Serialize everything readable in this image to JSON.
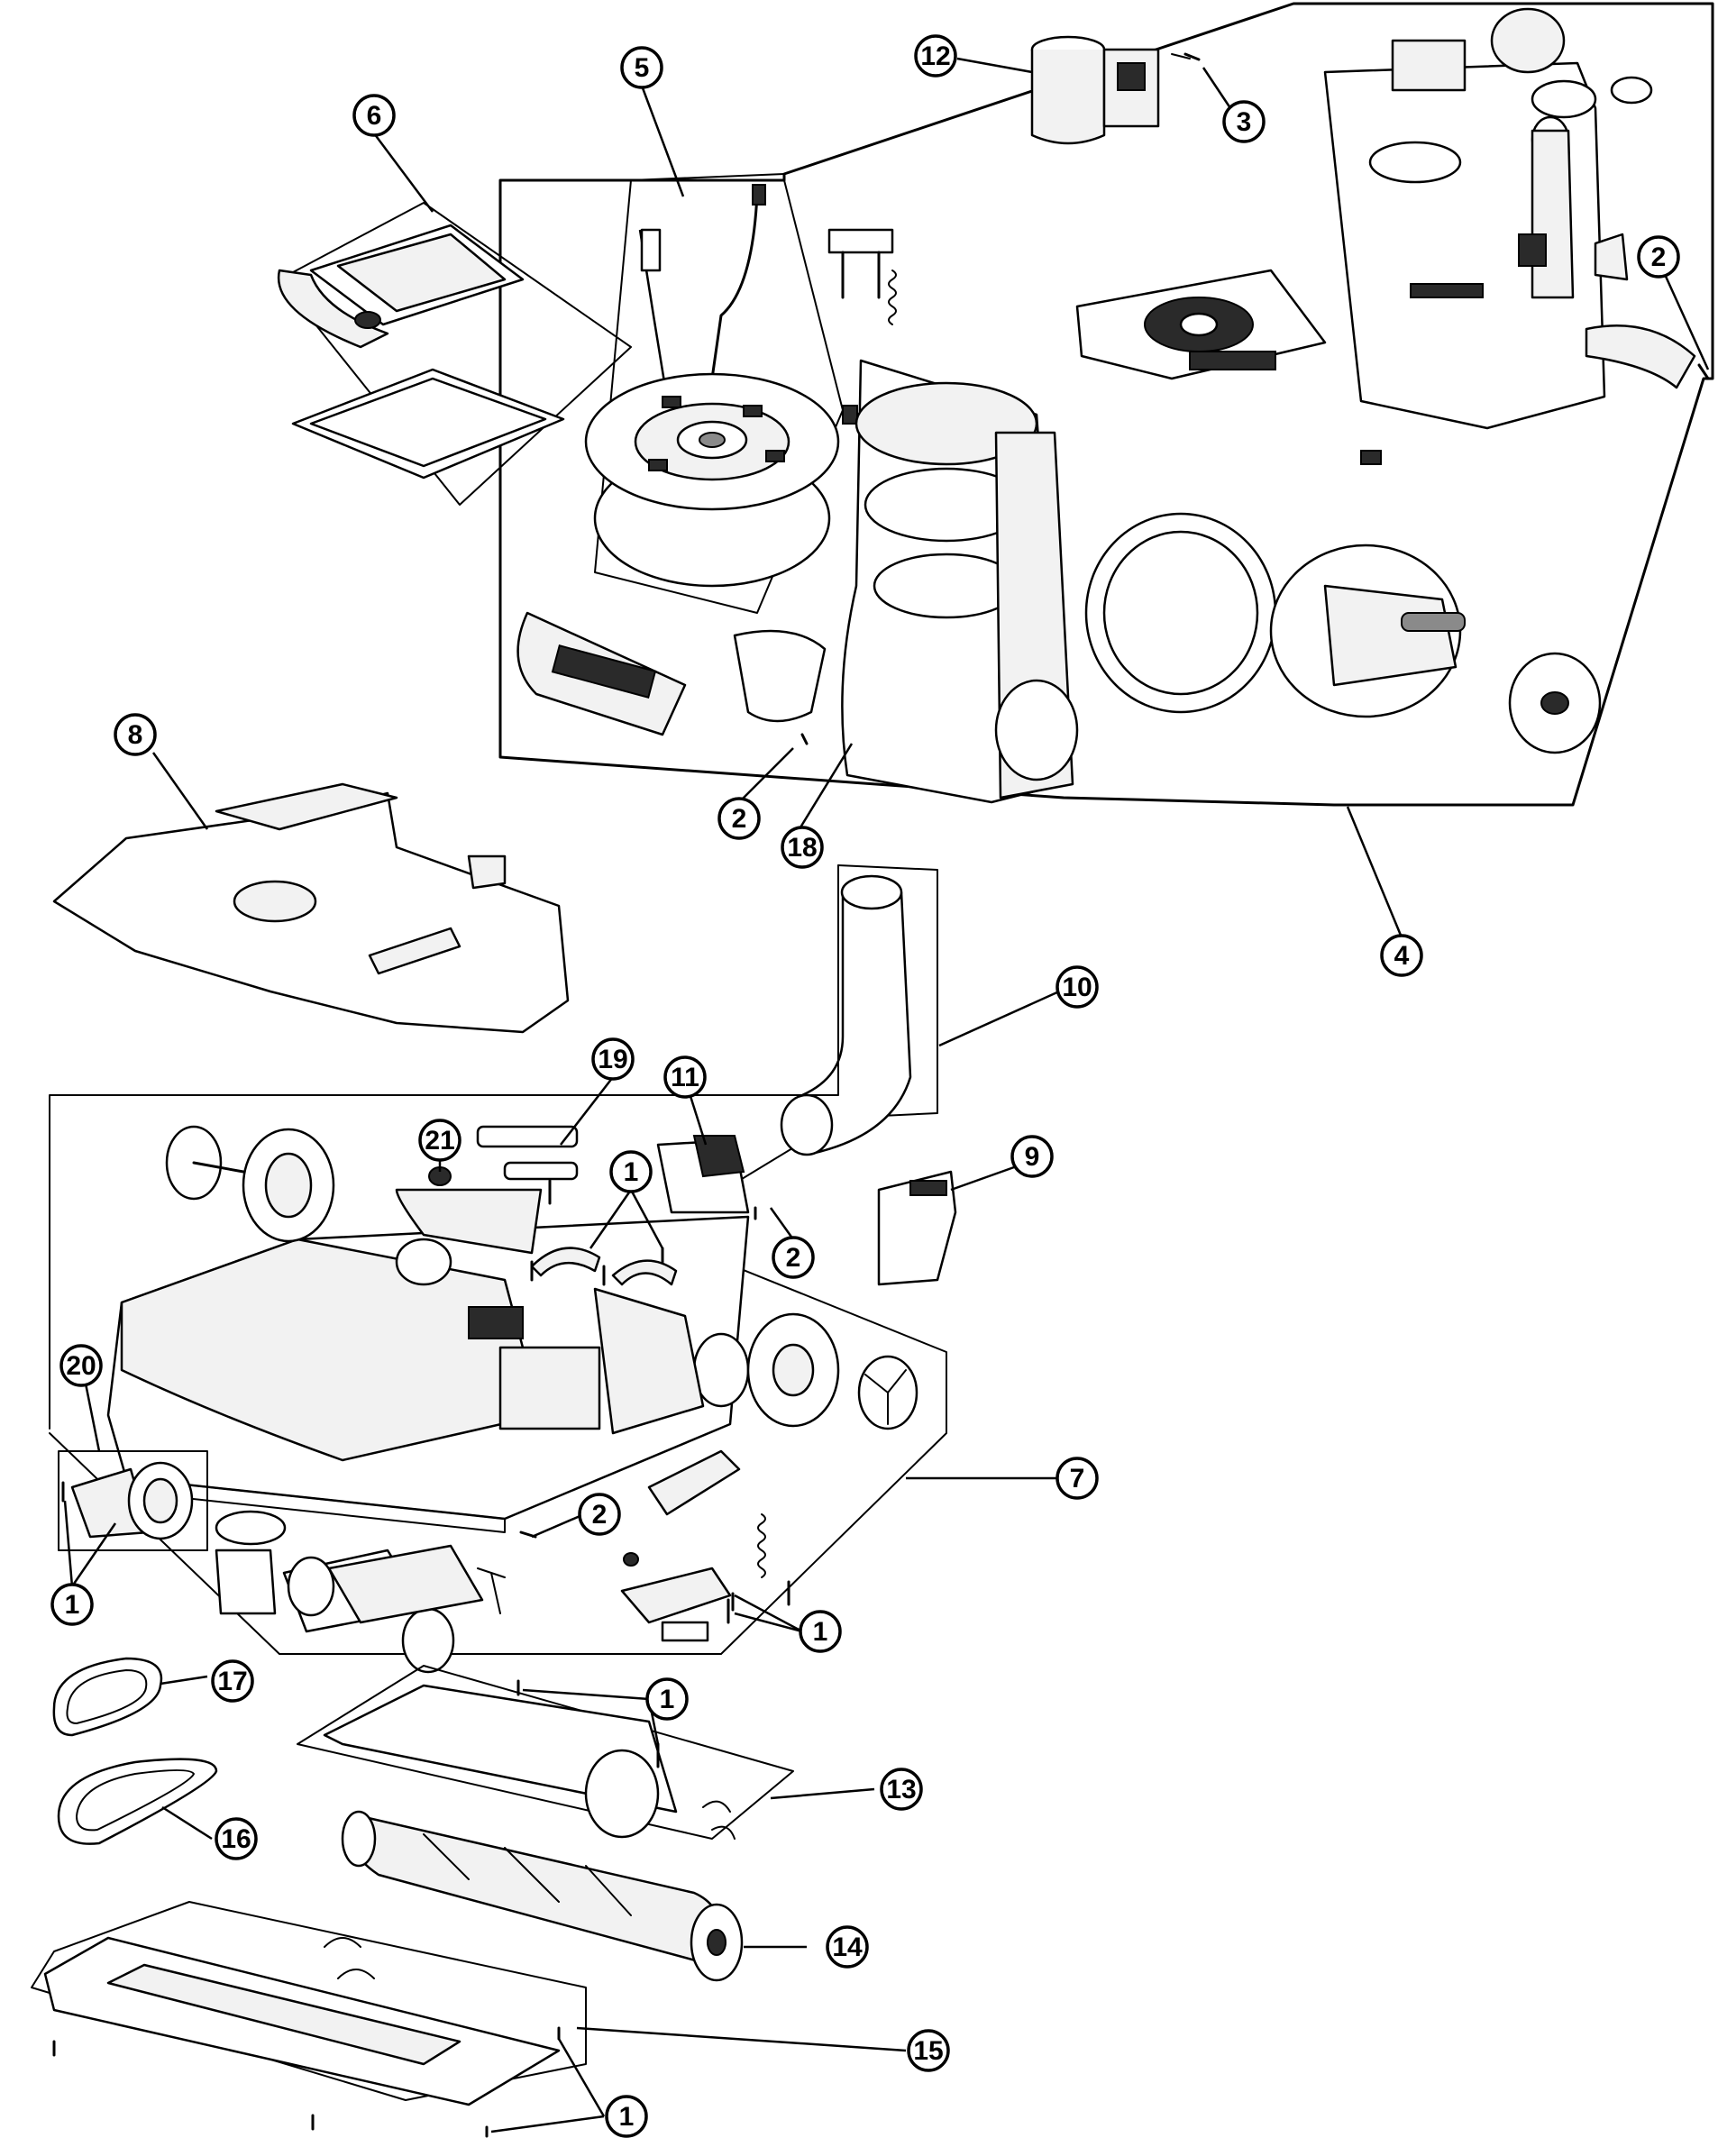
{
  "callouts": [
    {
      "id": "c12",
      "label": "12"
    },
    {
      "id": "c3",
      "label": "3"
    },
    {
      "id": "c6",
      "label": "6"
    },
    {
      "id": "c5",
      "label": "5"
    },
    {
      "id": "c2a",
      "label": "2"
    },
    {
      "id": "c2b",
      "label": "2"
    },
    {
      "id": "c18",
      "label": "18"
    },
    {
      "id": "c4",
      "label": "4"
    },
    {
      "id": "c8",
      "label": "8"
    },
    {
      "id": "c10",
      "label": "10"
    },
    {
      "id": "c19",
      "label": "19"
    },
    {
      "id": "c11",
      "label": "11"
    },
    {
      "id": "c21",
      "label": "21"
    },
    {
      "id": "c1a",
      "label": "1"
    },
    {
      "id": "c2c",
      "label": "2"
    },
    {
      "id": "c9",
      "label": "9"
    },
    {
      "id": "c20",
      "label": "20"
    },
    {
      "id": "c7",
      "label": "7"
    },
    {
      "id": "c2d",
      "label": "2"
    },
    {
      "id": "c1b",
      "label": "1"
    },
    {
      "id": "c1c",
      "label": "1"
    },
    {
      "id": "c17",
      "label": "17"
    },
    {
      "id": "c1d",
      "label": "1"
    },
    {
      "id": "c13",
      "label": "13"
    },
    {
      "id": "c16",
      "label": "16"
    },
    {
      "id": "c14",
      "label": "14"
    },
    {
      "id": "c15",
      "label": "15"
    },
    {
      "id": "c1e",
      "label": "1"
    }
  ]
}
